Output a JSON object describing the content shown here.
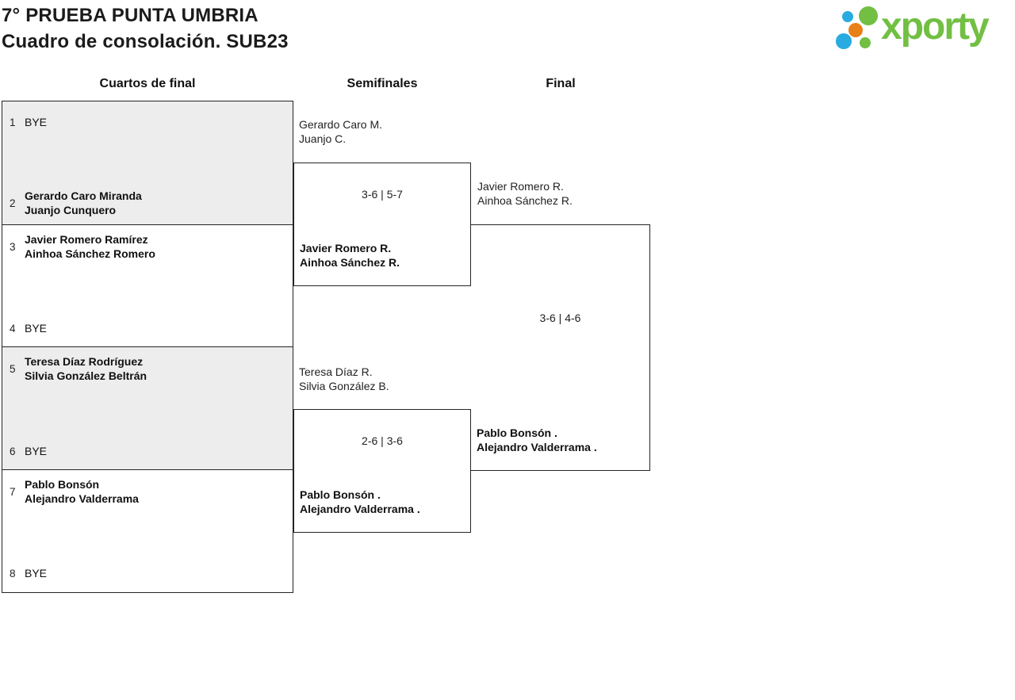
{
  "header": {
    "title_line1": "7° PRUEBA PUNTA UMBRIA",
    "title_line2": "Cuadro de consolación. SUB23",
    "logo_text": "xporty"
  },
  "rounds": [
    {
      "label": "Cuartos de final"
    },
    {
      "label": "Semifinales"
    },
    {
      "label": "Final"
    }
  ],
  "bracket": {
    "quarterfinals": [
      {
        "top": {
          "seed": "1",
          "line1": "BYE"
        },
        "bottom": {
          "seed": "2",
          "line1": "Gerardo Caro Miranda",
          "line2": "Juanjo Cunquero"
        }
      },
      {
        "top": {
          "seed": "3",
          "line1": "Javier Romero Ramírez",
          "line2": "Ainhoa Sánchez Romero"
        },
        "bottom": {
          "seed": "4",
          "line1": "BYE"
        }
      },
      {
        "top": {
          "seed": "5",
          "line1": "Teresa Díaz Rodríguez",
          "line2": "Silvia González Beltrán"
        },
        "bottom": {
          "seed": "6",
          "line1": "BYE"
        }
      },
      {
        "top": {
          "seed": "7",
          "line1": "Pablo Bonsón",
          "line2": "Alejandro Valderrama"
        },
        "bottom": {
          "seed": "8",
          "line1": "BYE"
        }
      }
    ],
    "semifinals": [
      {
        "feeder_line1": "Gerardo Caro M.",
        "feeder_line2": "Juanjo C.",
        "score": "3-6 | 5-7",
        "winner_line1": "Javier Romero R.",
        "winner_line2": "Ainhoa Sánchez R."
      },
      {
        "feeder_line1": "Teresa Díaz R.",
        "feeder_line2": "Silvia González B.",
        "score": "2-6 | 3-6",
        "winner_line1": "Pablo Bonsón .",
        "winner_line2": "Alejandro Valderrama ."
      }
    ],
    "final": {
      "feeder_line1": "Javier Romero R.",
      "feeder_line2": "Ainhoa Sánchez R.",
      "score": "3-6 | 4-6",
      "winner_line1": "Pablo Bonsón .",
      "winner_line2": "Alejandro Valderrama ."
    }
  },
  "colors": {
    "accent_green": "#72bf44",
    "dot_blue": "#29abe2",
    "dot_orange": "#e87f17",
    "box_gray": "#ededed",
    "border_dark": "#242424"
  }
}
